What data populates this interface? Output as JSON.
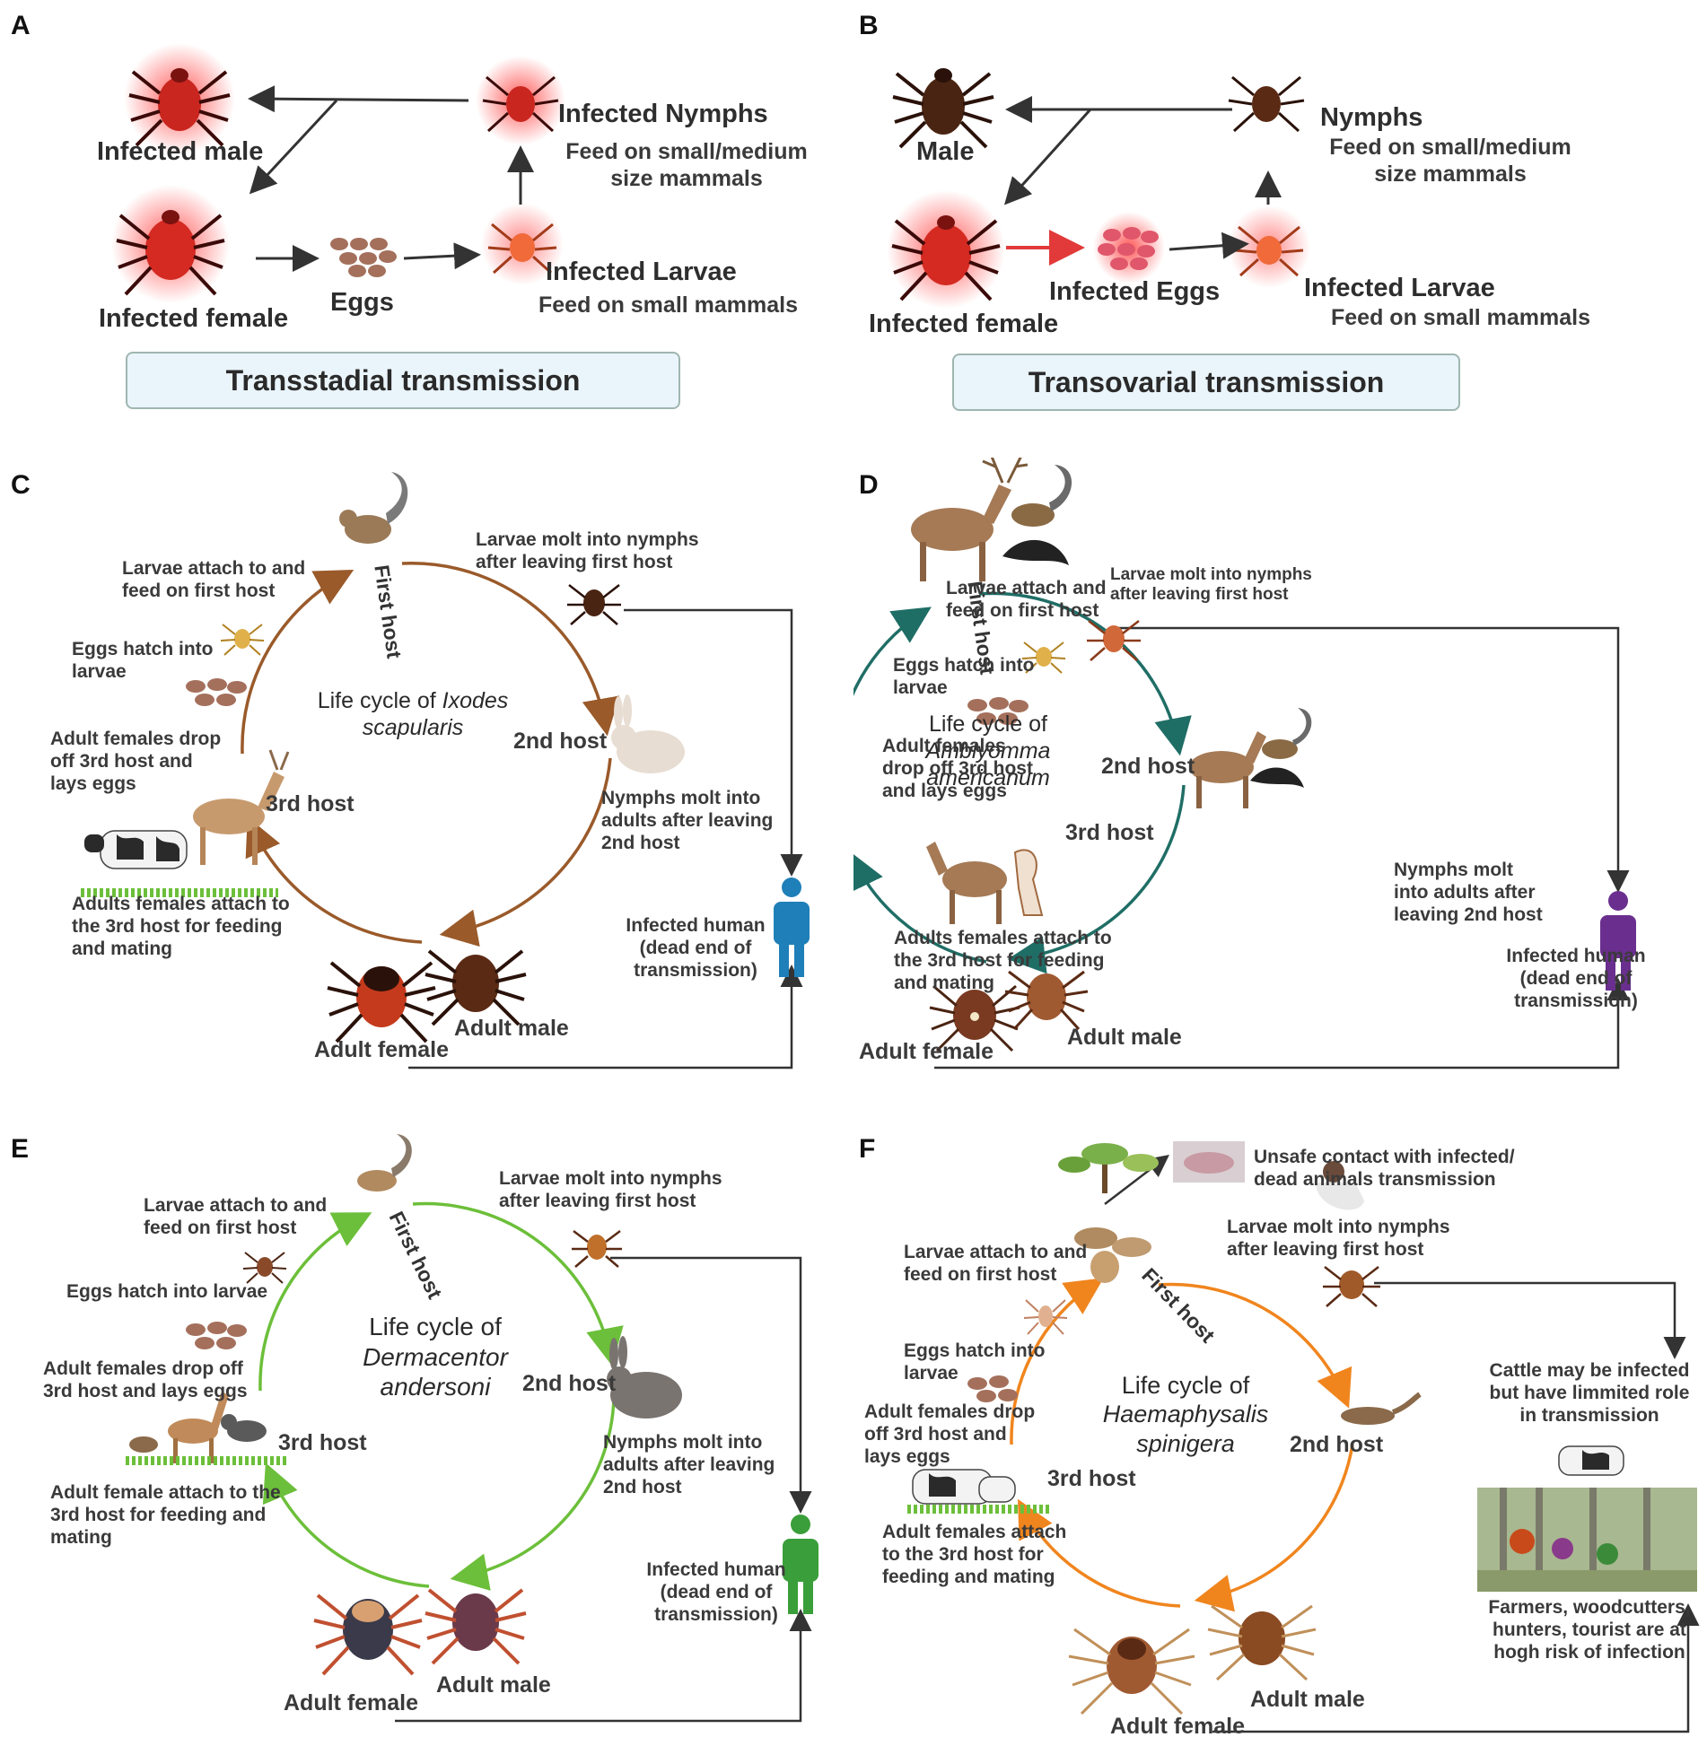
{
  "panels": {
    "A": {
      "letter": "A",
      "title": "Transstadial transmission",
      "male": "Infected male",
      "female": "Infected female",
      "eggs": "Eggs",
      "nymphs": "Infected Nymphs",
      "nymphs_feed": [
        "Feed on small/medium",
        "size mammals"
      ],
      "larvae": "Infected Larvae",
      "larvae_feed": "Feed on small mammals"
    },
    "B": {
      "letter": "B",
      "title": "Transovarial transmission",
      "male": "Male",
      "female": "Infected female",
      "eggs": "Infected Eggs",
      "nymphs": "Nymphs",
      "nymphs_feed": [
        "Feed on small/medium",
        "size mammals"
      ],
      "larvae": "Infected Larvae",
      "larvae_feed": "Feed on small mammals"
    },
    "C": {
      "letter": "C",
      "cycle_title_prefix": "Life cycle of ",
      "species_1": "Ixodes",
      "species_2": "scapularis",
      "first_host": "First host",
      "second_host": "2nd host",
      "third_host": "3rd host",
      "larvae_attach": [
        "Larvae attach to and",
        "feed on first host"
      ],
      "larvae_molt": [
        "Larvae molt into nymphs",
        "after leaving first host"
      ],
      "eggs_hatch": [
        "Eggs hatch into",
        "larvae"
      ],
      "females_drop": [
        "Adult females drop",
        "off 3rd host and",
        "lays eggs"
      ],
      "nymphs_molt": [
        "Nymphs molt into",
        "adults after leaving",
        "2nd host"
      ],
      "females_attach": [
        "Adults females attach to",
        "the 3rd host for feeding",
        "and mating"
      ],
      "human": [
        "Infected human",
        "(dead end of",
        "transmission)"
      ],
      "adult_female": "Adult female",
      "adult_male": "Adult male",
      "color": "#9a5a2a",
      "human_color": "#1f7fb8"
    },
    "D": {
      "letter": "D",
      "cycle_title_prefix": "Life cycle of ",
      "species_1": "Amblyomma",
      "species_2": "americanum",
      "first_host": "First host",
      "second_host": "2nd host",
      "third_host": "3rd host",
      "larvae_attach": [
        "Larvae attach and",
        "feed on first host"
      ],
      "larvae_molt": [
        "Larvae molt into nymphs",
        "after leaving first host"
      ],
      "eggs_hatch": [
        "Eggs hatch into",
        "larvae"
      ],
      "females_drop": [
        "Adult females",
        "drop off 3rd host",
        "and lays eggs"
      ],
      "nymphs_molt": [
        "Nymphs molt",
        "into adults after",
        "leaving 2nd host"
      ],
      "females_attach": [
        "Adults females attach to",
        "the 3rd host for feeding",
        "and mating"
      ],
      "human": [
        "Infected human",
        "(dead end of",
        "transmission)"
      ],
      "adult_female": "Adult female",
      "adult_male": "Adult male",
      "color": "#1f6e66",
      "human_color": "#6a2f8e"
    },
    "E": {
      "letter": "E",
      "cycle_title_prefix": "Life cycle of",
      "species_1": "Dermacentor",
      "species_2": "andersoni",
      "first_host": "First host",
      "second_host": "2nd host",
      "third_host": "3rd host",
      "larvae_attach": [
        "Larvae attach to and",
        "feed on first host"
      ],
      "larvae_molt": [
        "Larvae molt into nymphs",
        "after leaving first host"
      ],
      "eggs_hatch": "Eggs hatch into larvae",
      "females_drop": [
        "Adult females drop off",
        "3rd host and lays eggs"
      ],
      "nymphs_molt": [
        "Nymphs molt into",
        "adults after leaving",
        "2nd host"
      ],
      "females_attach": [
        "Adult female attach to the",
        "3rd host for feeding and",
        "mating"
      ],
      "human": [
        "Infected human",
        "(dead end of",
        "transmission)"
      ],
      "adult_female": "Adult female",
      "adult_male": "Adult male",
      "color": "#6cbf3a",
      "human_color": "#3a9e3a"
    },
    "F": {
      "letter": "F",
      "cycle_title_prefix": "Life cycle of",
      "species": "Haemaphysalis spinigera",
      "first_host": "First host",
      "second_host": "2nd host",
      "third_host": "3rd host",
      "unsafe_contact": [
        "Unsafe contact with infected/",
        "dead animals transmission"
      ],
      "larvae_attach": [
        "Larvae attach to and",
        "feed on first host"
      ],
      "larvae_molt": [
        "Larvae molt into nymphs",
        "after leaving first host"
      ],
      "eggs_hatch": [
        "Eggs hatch into",
        "larvae"
      ],
      "females_drop": [
        "Adult females drop",
        "off 3rd host and",
        "lays eggs"
      ],
      "females_attach": [
        "Adult females attach",
        "to the 3rd host for",
        "feeding and mating"
      ],
      "cattle": [
        "Cattle may be infected",
        "but have limmited role",
        "in transmission"
      ],
      "risk": [
        "Farmers, woodcutters,",
        "hunters, tourist are at",
        "hogh risk of infection"
      ],
      "adult_female": "Adult female",
      "adult_male": "Adult male",
      "color": "#f0851e"
    }
  },
  "colors": {
    "infected_glow": "#e8332e",
    "tick_dark": "#4a2a18",
    "egg": "#a06a55",
    "title_box_bg": "#eaf4fb"
  },
  "icons": [
    "tick-icon",
    "egg-cluster-icon",
    "squirrel-icon",
    "rabbit-icon",
    "deer-icon",
    "cow-icon",
    "bird-icon",
    "human-icon",
    "rodent-icon",
    "tree-icon",
    "forest-photo-icon"
  ]
}
